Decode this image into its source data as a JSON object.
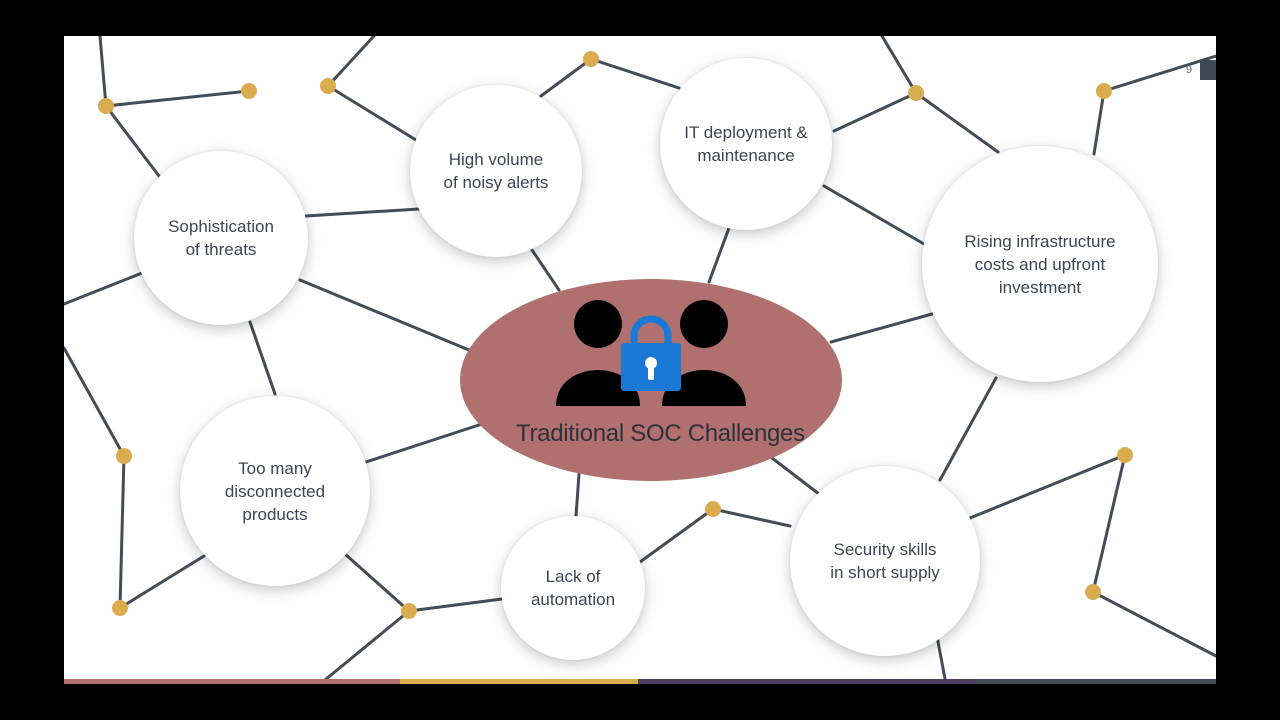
{
  "slide": {
    "title": "Traditional SOC Challenges",
    "slide_number": "9",
    "challenges": [
      {
        "id": "sophistication",
        "label": "Sophistication\nof threats"
      },
      {
        "id": "noisy-alerts",
        "label": "High volume\nof noisy alerts"
      },
      {
        "id": "it-deployment",
        "label": "IT deployment &\nmaintenance"
      },
      {
        "id": "infrastructure-costs",
        "label": "Rising infrastructure\ncosts and upfront\ninvestment"
      },
      {
        "id": "disconnected-products",
        "label": "Too many\ndisconnected\nproducts"
      },
      {
        "id": "automation",
        "label": "Lack of\nautomation"
      },
      {
        "id": "skills",
        "label": "Security skills\nin short supply"
      }
    ]
  },
  "colors": {
    "center_ellipse": "#b07070",
    "node_dot": "#d9ad4f",
    "connector": "#444c56",
    "lock": "#1a78d6",
    "bar_colors": [
      "#b07070",
      "#d9ad4f",
      "#4b3f5c",
      "#444c56"
    ]
  },
  "icons": {
    "center": "people-lock-icon"
  }
}
